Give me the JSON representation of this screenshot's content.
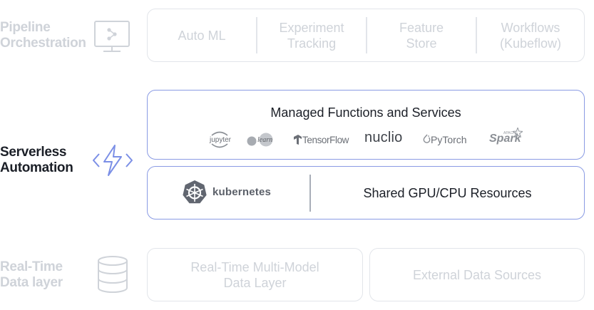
{
  "rows": {
    "pipeline": {
      "label_line1": "Pipeline",
      "label_line2": "Orchestration",
      "icon": "monitor-pipeline-icon",
      "cells": [
        {
          "text": "Auto ML"
        },
        {
          "text": "Experiment\nTracking"
        },
        {
          "text": "Feature\nStore"
        },
        {
          "text": "Workflows\n(Kubeflow)"
        }
      ]
    },
    "serverless": {
      "label_line1": "Serverless",
      "label_line2": "Automation",
      "icon": "lightning-bolt-icon",
      "functions_title": "Managed Functions and Services",
      "logos": {
        "jupyter": "jupyter",
        "sklearn": "learn",
        "tensorflow": "TensorFlow",
        "nuclio": "nuclio",
        "pytorch": "PyTorch",
        "spark": "Spark",
        "spark_apache": "APACHE"
      },
      "kubernetes_label": "kubernetes",
      "resources_title": "Shared GPU/CPU Resources"
    },
    "data": {
      "label_line1": "Real-Time",
      "label_line2": "Data layer",
      "icon": "database-icon",
      "cells": [
        {
          "text": "Real-Time Multi-Model\nData Layer"
        },
        {
          "text": "External Data Sources"
        }
      ]
    }
  },
  "colors": {
    "faded_text": "#cfd3d9",
    "faded_border": "#e2e5ea",
    "active_border": "#8a9be4",
    "accent_icon": "#7b8fe6",
    "dark_text": "#1b1f27"
  }
}
